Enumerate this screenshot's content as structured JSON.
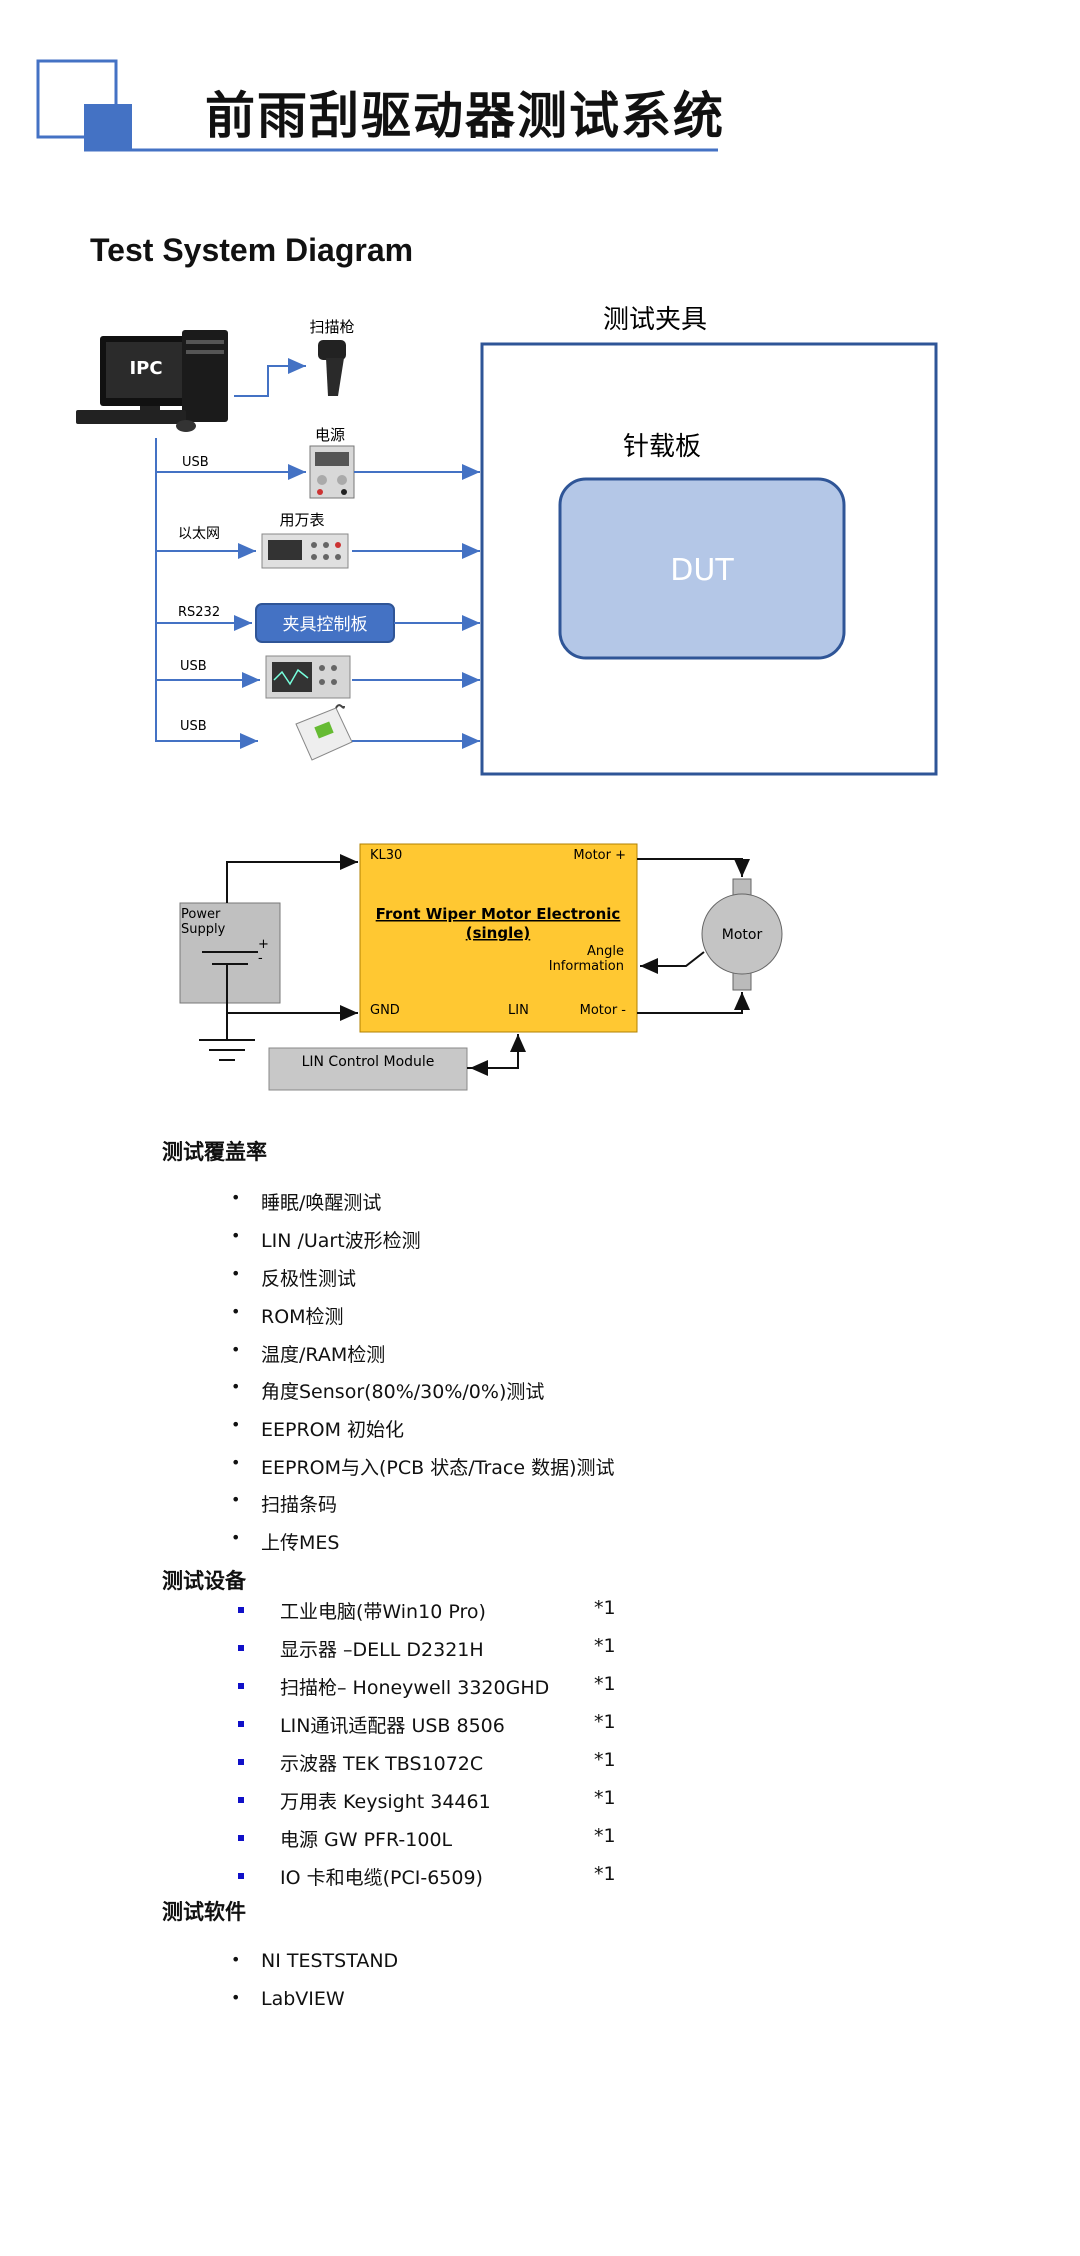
{
  "header": {
    "title": "前雨刮驱动器测试系统"
  },
  "section_heading": "Test System Diagram",
  "test_diagram": {
    "fixture_label": "测试夹具",
    "needle_board_label": "针载板",
    "dut_label": "DUT",
    "ipc_label": "IPC",
    "scanner_label": "扫描枪",
    "power_label": "电源",
    "multimeter_label": "用万表",
    "connections": [
      "USB",
      "以太网",
      "RS232",
      "USB",
      "USB"
    ],
    "control_board_label": "夹具控制板"
  },
  "wiring_diagram": {
    "power_supply_label": [
      "Power",
      "Supply"
    ],
    "plus": "+",
    "minus": "-",
    "ecu_title": [
      "Front Wiper Motor Electronic",
      "(single)"
    ],
    "kl30": "KL30",
    "gnd": "GND",
    "lin": "LIN",
    "motor_plus": "Motor +",
    "motor_minus": "Motor -",
    "angle_info": [
      "Angle",
      "Information"
    ],
    "motor_label": "Motor",
    "lin_module": "LIN Control Module"
  },
  "coverage": {
    "title": "测试覆盖率",
    "items": [
      "睡眠/唤醒测试",
      "LIN /Uart波形检测",
      "反极性测试",
      "ROM检测",
      "温度/RAM检测",
      "角度Sensor(80%/30%/0%)测试",
      "EEPROM 初始化",
      "EEPROM与入(PCB 状态/Trace 数据)测试",
      "扫描条码",
      "上传MES"
    ]
  },
  "equipment": {
    "title": "测试设备",
    "items": [
      {
        "name": "工业电脑(带Win10 Pro)",
        "qty": "*1"
      },
      {
        "name": "显示器 –DELL D2321H",
        "qty": "*1"
      },
      {
        "name": "扫描枪– Honeywell 3320GHD",
        "qty": "*1"
      },
      {
        "name": "LIN通讯适配器 USB 8506",
        "qty": "*1"
      },
      {
        "name": "示波器 TEK TBS1072C",
        "qty": "*1"
      },
      {
        "name": "万用表 Keysight 34461",
        "qty": "*1"
      },
      {
        "name": "电源 GW PFR-100L",
        "qty": "*1"
      },
      {
        "name": "IO 卡和电缆(PCI-6509)",
        "qty": "*1"
      }
    ]
  },
  "software": {
    "title": "测试软件",
    "items": [
      "NI TESTSTAND",
      "LabVIEW"
    ]
  },
  "colors": {
    "accent_blue": "#4472c4",
    "dark_blue": "#2f5597",
    "dut_fill": "#b4c7e7",
    "ecu_fill": "#ffc832",
    "gray_box": "#c0c0c0"
  }
}
